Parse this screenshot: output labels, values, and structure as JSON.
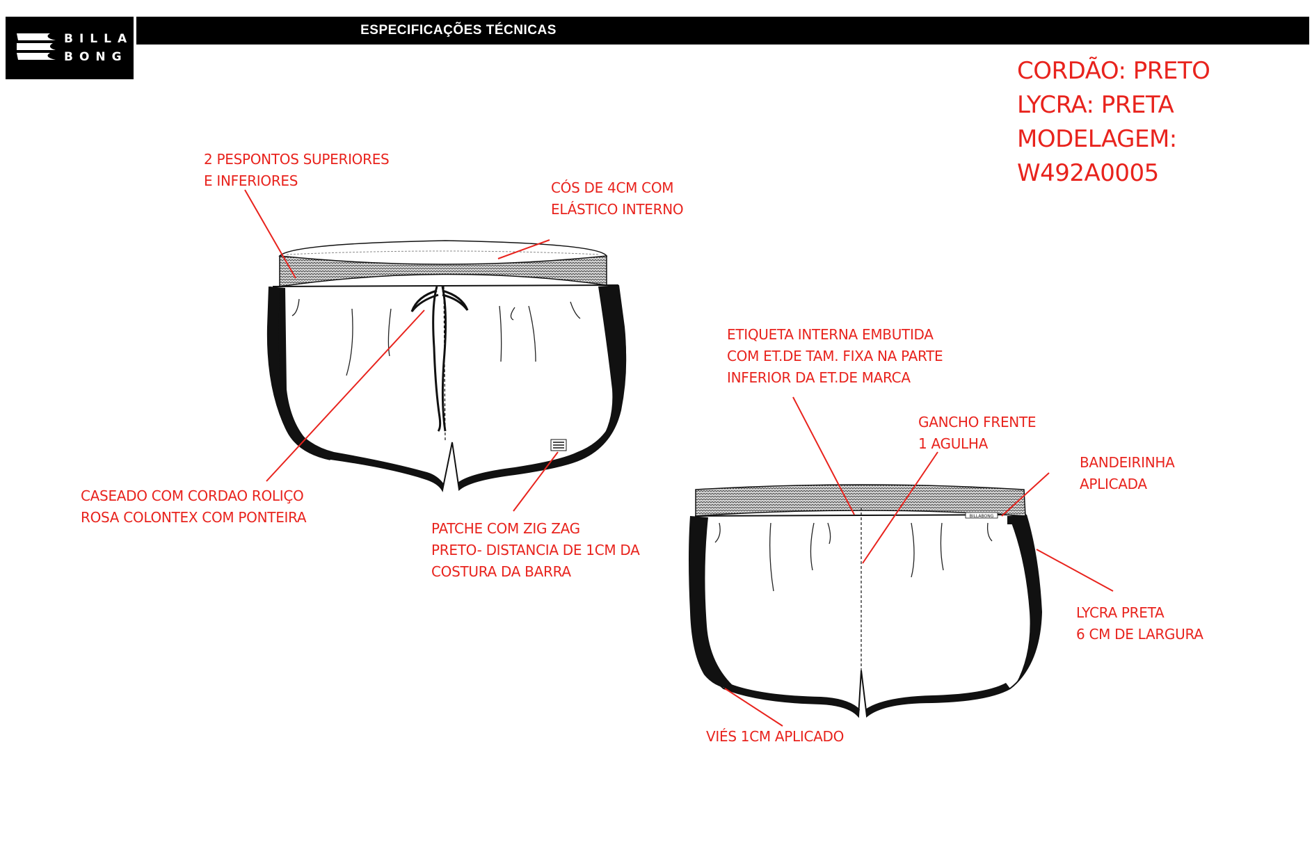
{
  "header": {
    "brand_line1": "BILLA",
    "brand_line2": "BONG",
    "title": "ESPECIFICAÇÕES TÉCNICAS",
    "patch_label": "BILLABONG"
  },
  "specs": {
    "cordao": "CORDÃO: PRETO",
    "lycra": "LYCRA: PRETA",
    "modelagem": "MODELAGEM:",
    "code": "W492A0005"
  },
  "annotations": {
    "pespontos": [
      "2 PESPONTOS SUPERIORES",
      "E INFERIORES"
    ],
    "cos": [
      "CÓS DE 4CM COM",
      "ELÁSTICO INTERNO"
    ],
    "caseado": [
      "CASEADO COM CORDAO ROLIÇO",
      "ROSA COLONTEX COM PONTEIRA"
    ],
    "patche": [
      "PATCHE COM ZIG ZAG",
      "PRETO- DISTANCIA DE 1CM DA",
      "COSTURA DA BARRA"
    ],
    "etiqueta": [
      "ETIQUETA INTERNA EMBUTIDA",
      "COM ET.DE TAM. FIXA NA PARTE",
      "INFERIOR DA ET.DE MARCA"
    ],
    "gancho": [
      "GANCHO FRENTE",
      "1 AGULHA"
    ],
    "bandeirinha": [
      "BANDEIRINHA",
      "APLICADA"
    ],
    "lycra_preta": [
      "LYCRA PRETA",
      "6 CM DE LARGURA"
    ],
    "vies": [
      "VIÉS 1CM APLICADO"
    ]
  },
  "colors": {
    "annotation": "#e8231d",
    "header": "#000000"
  }
}
